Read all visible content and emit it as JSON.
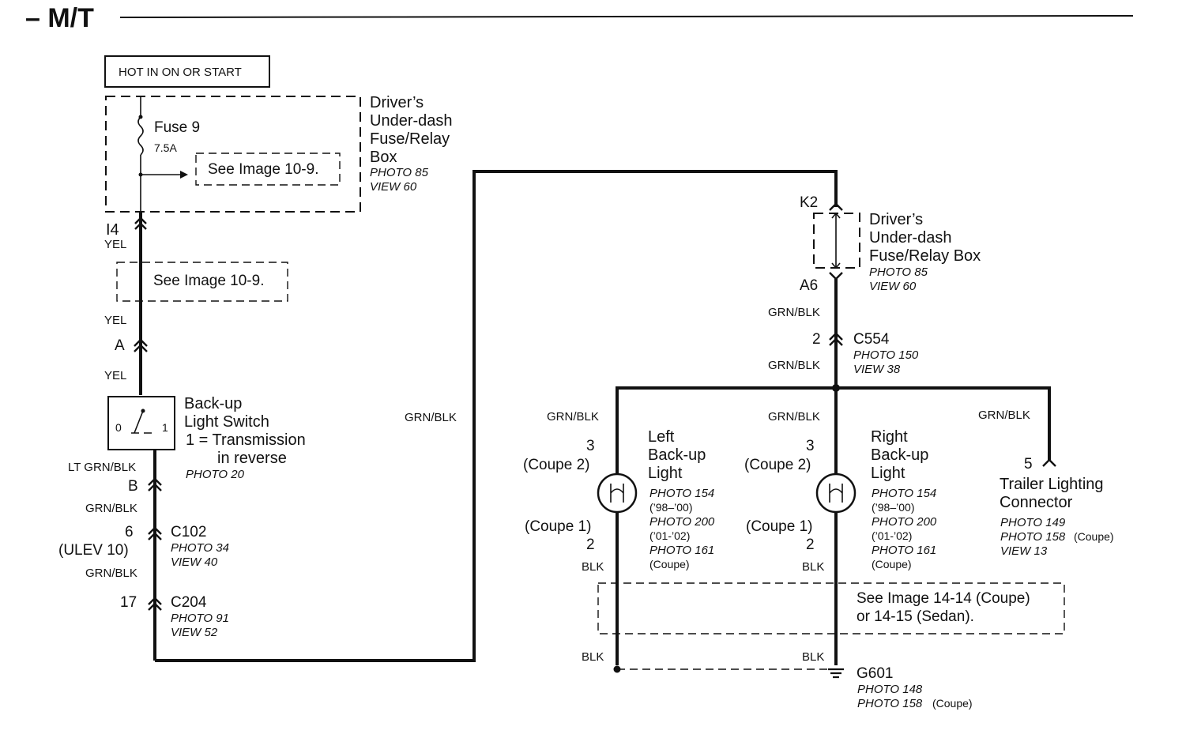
{
  "title": "– M/T",
  "hot_box": "HOT IN ON OR START",
  "fuse": {
    "name": "Fuse 9",
    "rating": "7.5A"
  },
  "see_image_10_9": "See Image 10-9.",
  "fuse_box_left": {
    "line1": "Driver’s",
    "line2": "Under-dash",
    "line3": "Fuse/Relay",
    "line4": "Box",
    "photo": "PHOTO 85",
    "view": "VIEW 60"
  },
  "fuse_box_right": {
    "line1": "Driver’s",
    "line2": "Under-dash",
    "line3": "Fuse/Relay Box",
    "photo": "PHOTO 85",
    "view": "VIEW 60"
  },
  "terminals": {
    "i4": "I4",
    "a": "A",
    "b": "B",
    "k2": "K2",
    "a6": "A6"
  },
  "wires": {
    "yel": "YEL",
    "lt_grn_blk": "LT GRN/BLK",
    "grn_blk": "GRN/BLK",
    "blk": "BLK"
  },
  "switch": {
    "title1": "Back-up",
    "title2": "Light Switch",
    "desc1": "1 = Transmission",
    "desc2": "in reverse",
    "photo": "PHOTO 20",
    "pos0": "0",
    "pos1": "1"
  },
  "c102": {
    "pin": "6",
    "ulev": "(ULEV 10)",
    "name": "C102",
    "photo": "PHOTO 34",
    "view": "VIEW 40"
  },
  "c204": {
    "pin": "17",
    "name": "C204",
    "photo": "PHOTO 91",
    "view": "VIEW 52"
  },
  "c554": {
    "pin": "2",
    "name": "C554",
    "photo": "PHOTO 150",
    "view": "VIEW 38"
  },
  "left_light": {
    "pin_top": "3",
    "coupe2": "(Coupe 2)",
    "coupe1": "(Coupe 1)",
    "pin_bottom": "2",
    "name1": "Left",
    "name2": "Back-up",
    "name3": "Light",
    "photo1": "PHOTO 154",
    "years1": "(’98–’00)",
    "photo2": "PHOTO 200",
    "years2": "(’01-’02)",
    "photo3": "PHOTO 161",
    "coupe": "(Coupe)"
  },
  "right_light": {
    "pin_top": "3",
    "coupe2": "(Coupe 2)",
    "coupe1": "(Coupe 1)",
    "pin_bottom": "2",
    "name1": "Right",
    "name2": "Back-up",
    "name3": "Light",
    "photo1": "PHOTO 154",
    "years1": "(’98–’00)",
    "photo2": "PHOTO 200",
    "years2": "(’01-’02)",
    "photo3": "PHOTO 161",
    "coupe": "(Coupe)"
  },
  "trailer": {
    "pin": "5",
    "line1": "Trailer Lighting",
    "line2": "Connector",
    "photo1": "PHOTO 149",
    "photo2": "PHOTO 158",
    "coupe": "(Coupe)",
    "view": "VIEW 13"
  },
  "see_image_14": {
    "line1": "See Image 14-14 (Coupe)",
    "line2": "or 14-15 (Sedan)."
  },
  "ground": {
    "name": "G601",
    "photo1": "PHOTO 148",
    "photo2": "PHOTO 158",
    "coupe": "(Coupe)"
  }
}
